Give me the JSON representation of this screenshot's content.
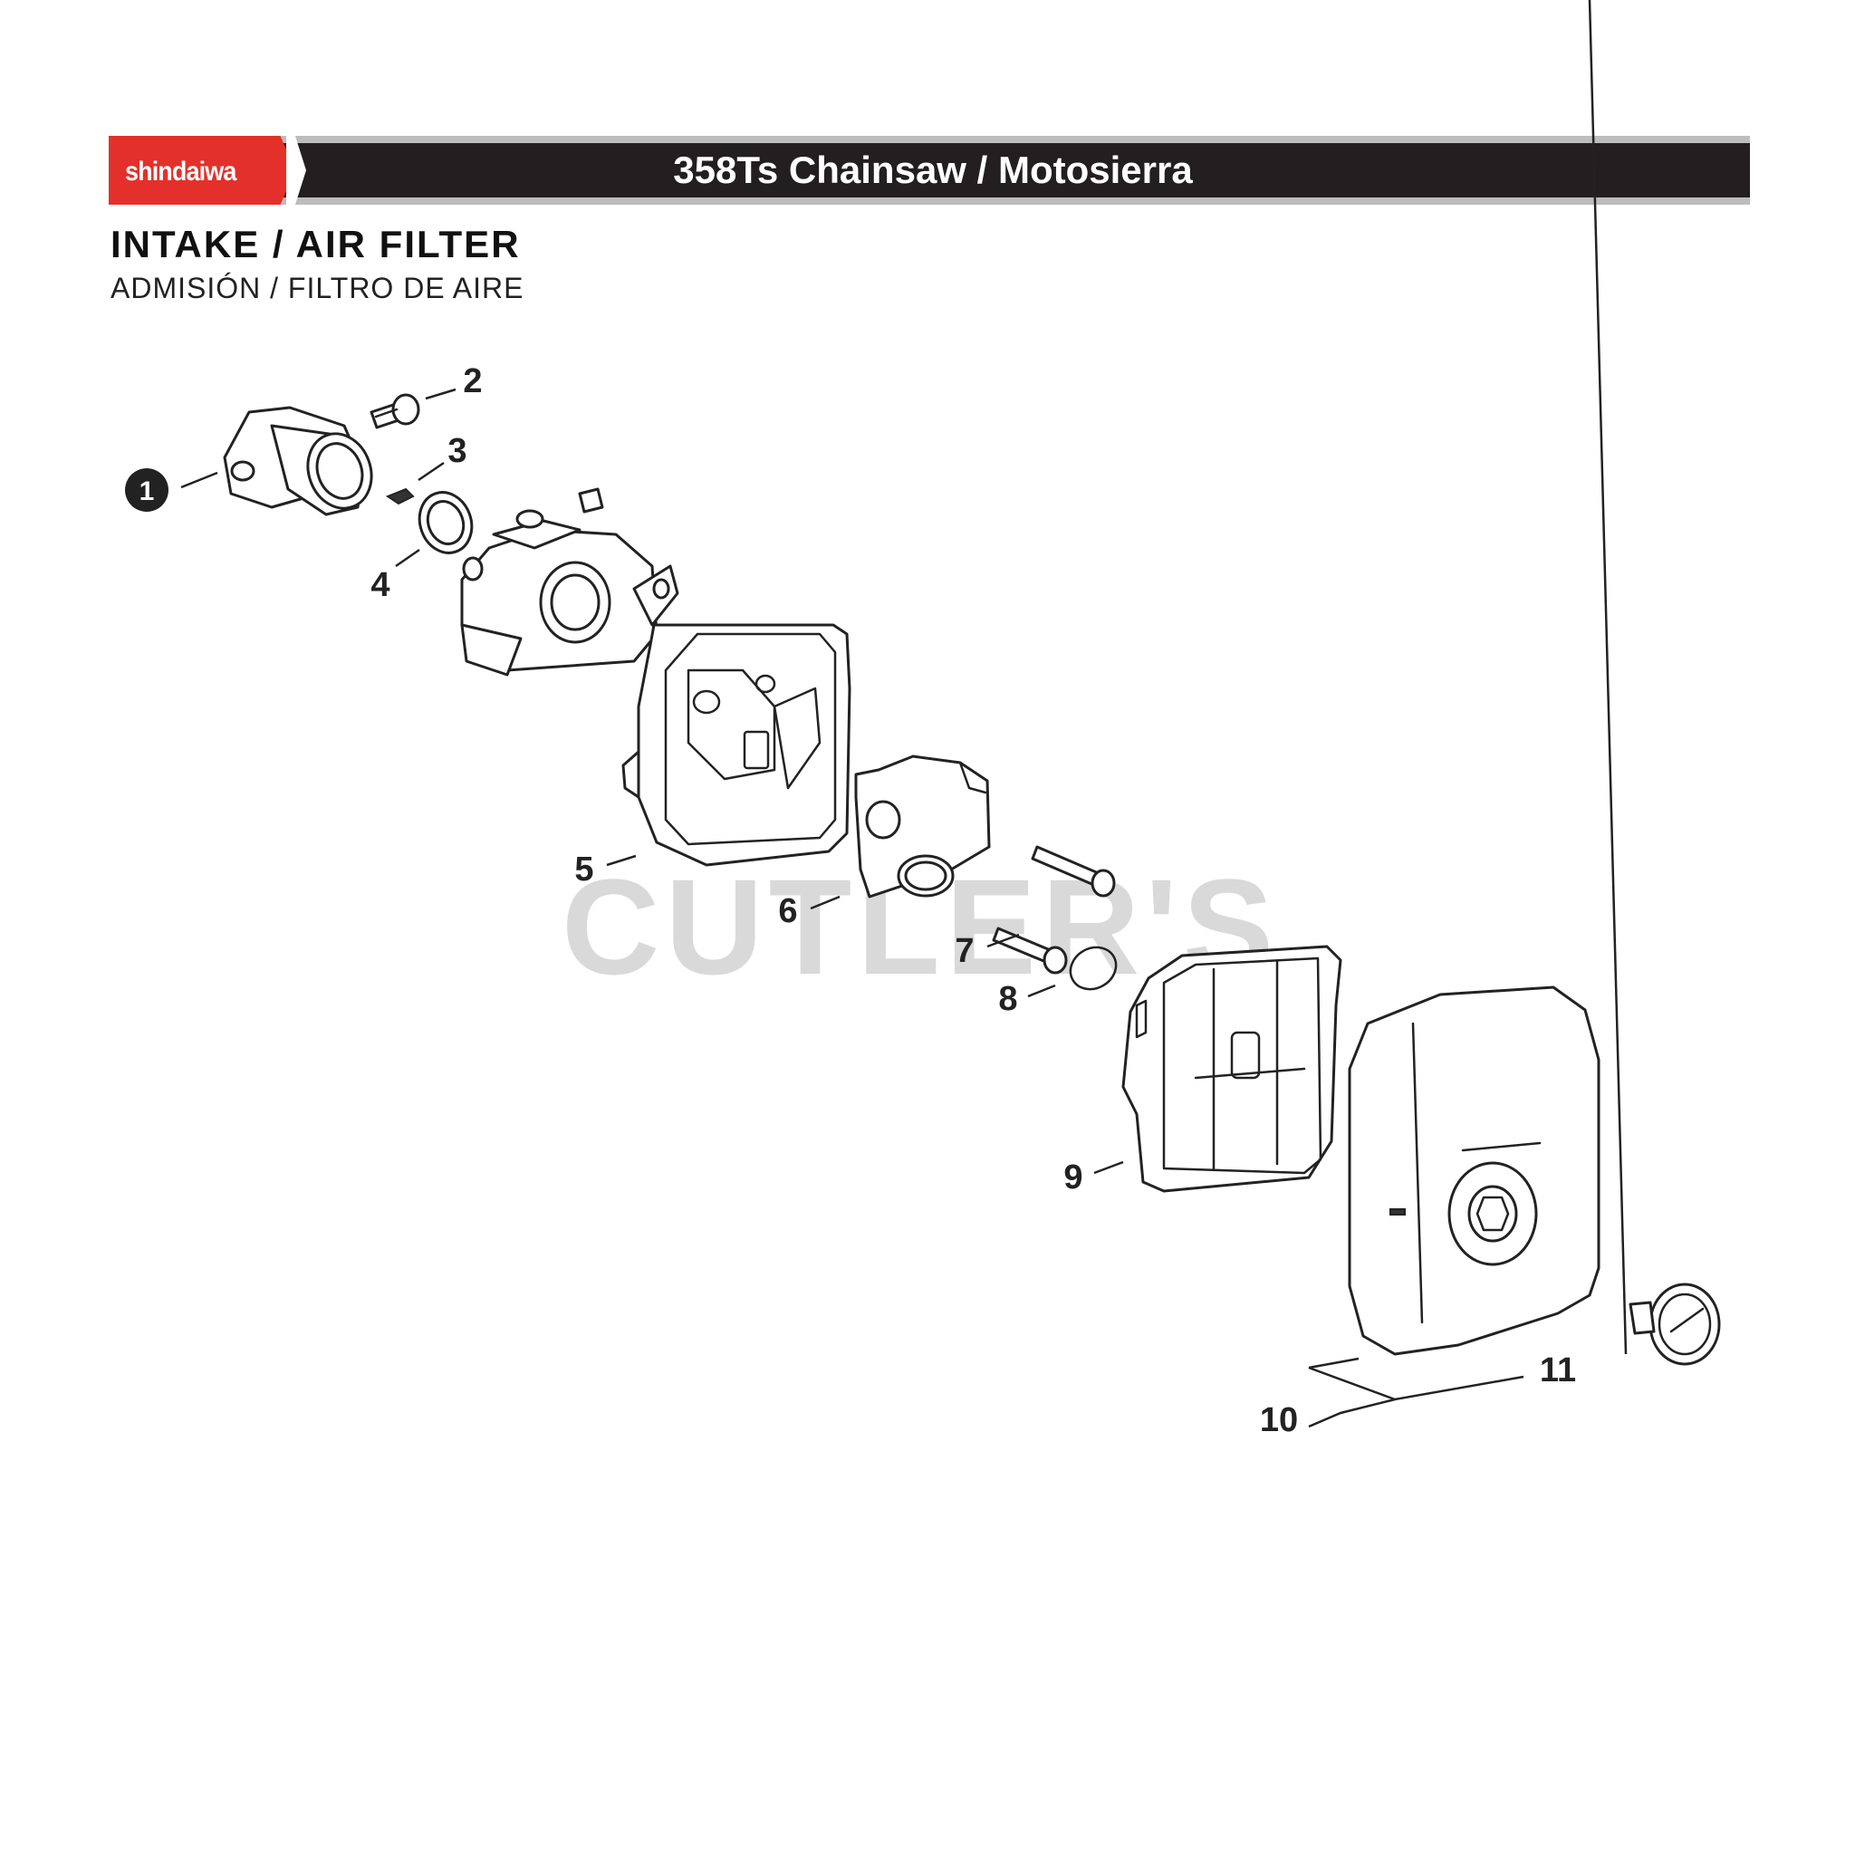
{
  "header": {
    "brand": "shindaiwa",
    "title": "358Ts Chainsaw / Motosierra"
  },
  "section": {
    "title": "INTAKE / AIR FILTER",
    "subtitle": "ADMISIÓN / FILTRO DE AIRE"
  },
  "watermark": "CUTLER'S",
  "callouts": [
    "1",
    "2",
    "3",
    "4",
    "5",
    "6",
    "7",
    "8",
    "9",
    "10",
    "11"
  ],
  "colors": {
    "brand_red": "#e4302a",
    "banner_dark": "#231f20",
    "banner_shadow": "#bdbdbd",
    "watermark": "#d9d9d9"
  }
}
